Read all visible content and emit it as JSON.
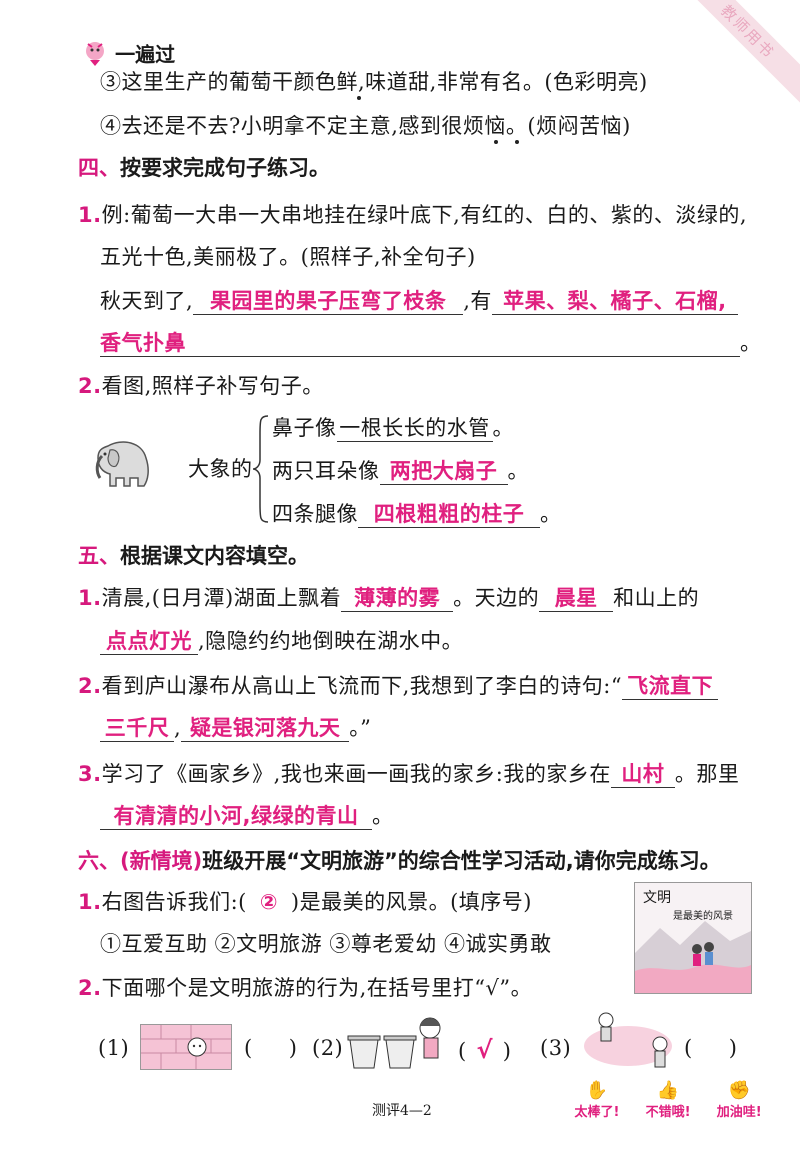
{
  "header": {
    "logo_text": "一遍过",
    "corner_tag": "教师用书"
  },
  "section3": {
    "item3": "③这里生产的葡萄干颜色鲜,味道甜,非常有名。(色彩明亮)",
    "item4": "④去还是不去?小明拿不定主意,感到很烦恼。(烦闷苦恼)"
  },
  "section4": {
    "title_num": "四、",
    "title": "按要求完成句子练习。",
    "q1": {
      "num": "1.",
      "line1": "例:葡萄一大串一大串地挂在绿叶底下,有红的、白的、紫的、淡绿的,",
      "line2": "五光十色,美丽极了。(照样子,补全句子)",
      "prefix": "秋天到了,",
      "ans1": "果园里的果子压弯了枝条",
      "mid": ",有",
      "ans2": "苹果、梨、橘子、石榴,",
      "ans3": "香气扑鼻",
      "end": "。"
    },
    "q2": {
      "num": "2.",
      "text": "看图,照样子补写句子。",
      "subject": "大象的",
      "row1_prefix": "鼻子像",
      "row1_blank": "一根长长的水管",
      "row1_end": "。",
      "row2_prefix": "两只耳朵像",
      "row2_ans": "两把大扇子",
      "row2_end": "。",
      "row3_prefix": "四条腿像",
      "row3_ans": "四根粗粗的柱子",
      "row3_end": "。"
    }
  },
  "section5": {
    "title_num": "五、",
    "title": "根据课文内容填空。",
    "q1": {
      "num": "1.",
      "a": "清晨,(日月潭)湖面上飘着",
      "ans1": "薄薄的雾",
      "b": "。天边的",
      "ans2": "晨星",
      "c": "和山上的",
      "ans3": "点点灯光",
      "d": ",隐隐约约地倒映在湖水中。"
    },
    "q2": {
      "num": "2.",
      "a": "看到庐山瀑布从高山上飞流而下,我想到了李白的诗句:“",
      "ans1": "飞流直下",
      "ans2": "三千尺",
      "b": ",",
      "ans3": "疑是银河落九天",
      "c": "。”"
    },
    "q3": {
      "num": "3.",
      "a": "学习了《画家乡》,我也来画一画我的家乡:我的家乡在",
      "ans1": "山村",
      "b": "。那里",
      "ans2": "有清清的小河,绿绿的青山",
      "c": "。"
    }
  },
  "section6": {
    "title_num": "六、",
    "title_tag": "(新情境)",
    "title": "班级开展“文明旅游”的综合性学习活动,请你完成练习。",
    "q1": {
      "num": "1.",
      "a": "右图告诉我们:(",
      "ans": "②",
      "b": ")是最美的风景。(填序号)"
    },
    "options": "①互爱互助 ②文明旅游 ③尊老爱幼 ④诚实勇敢",
    "poster": {
      "title": "文明",
      "subtitle": "是最美的风景"
    },
    "q2": {
      "num": "2.",
      "text": "下面哪个是文明旅游的行为,在括号里打“√”。"
    },
    "choices": [
      {
        "label": "(1)",
        "mark": ""
      },
      {
        "label": "(2)",
        "mark": "√"
      },
      {
        "label": "(3)",
        "mark": ""
      }
    ]
  },
  "footer": {
    "page": "测评4—2",
    "badges": [
      "太棒了!",
      "不错哦!",
      "加油哇!"
    ]
  }
}
